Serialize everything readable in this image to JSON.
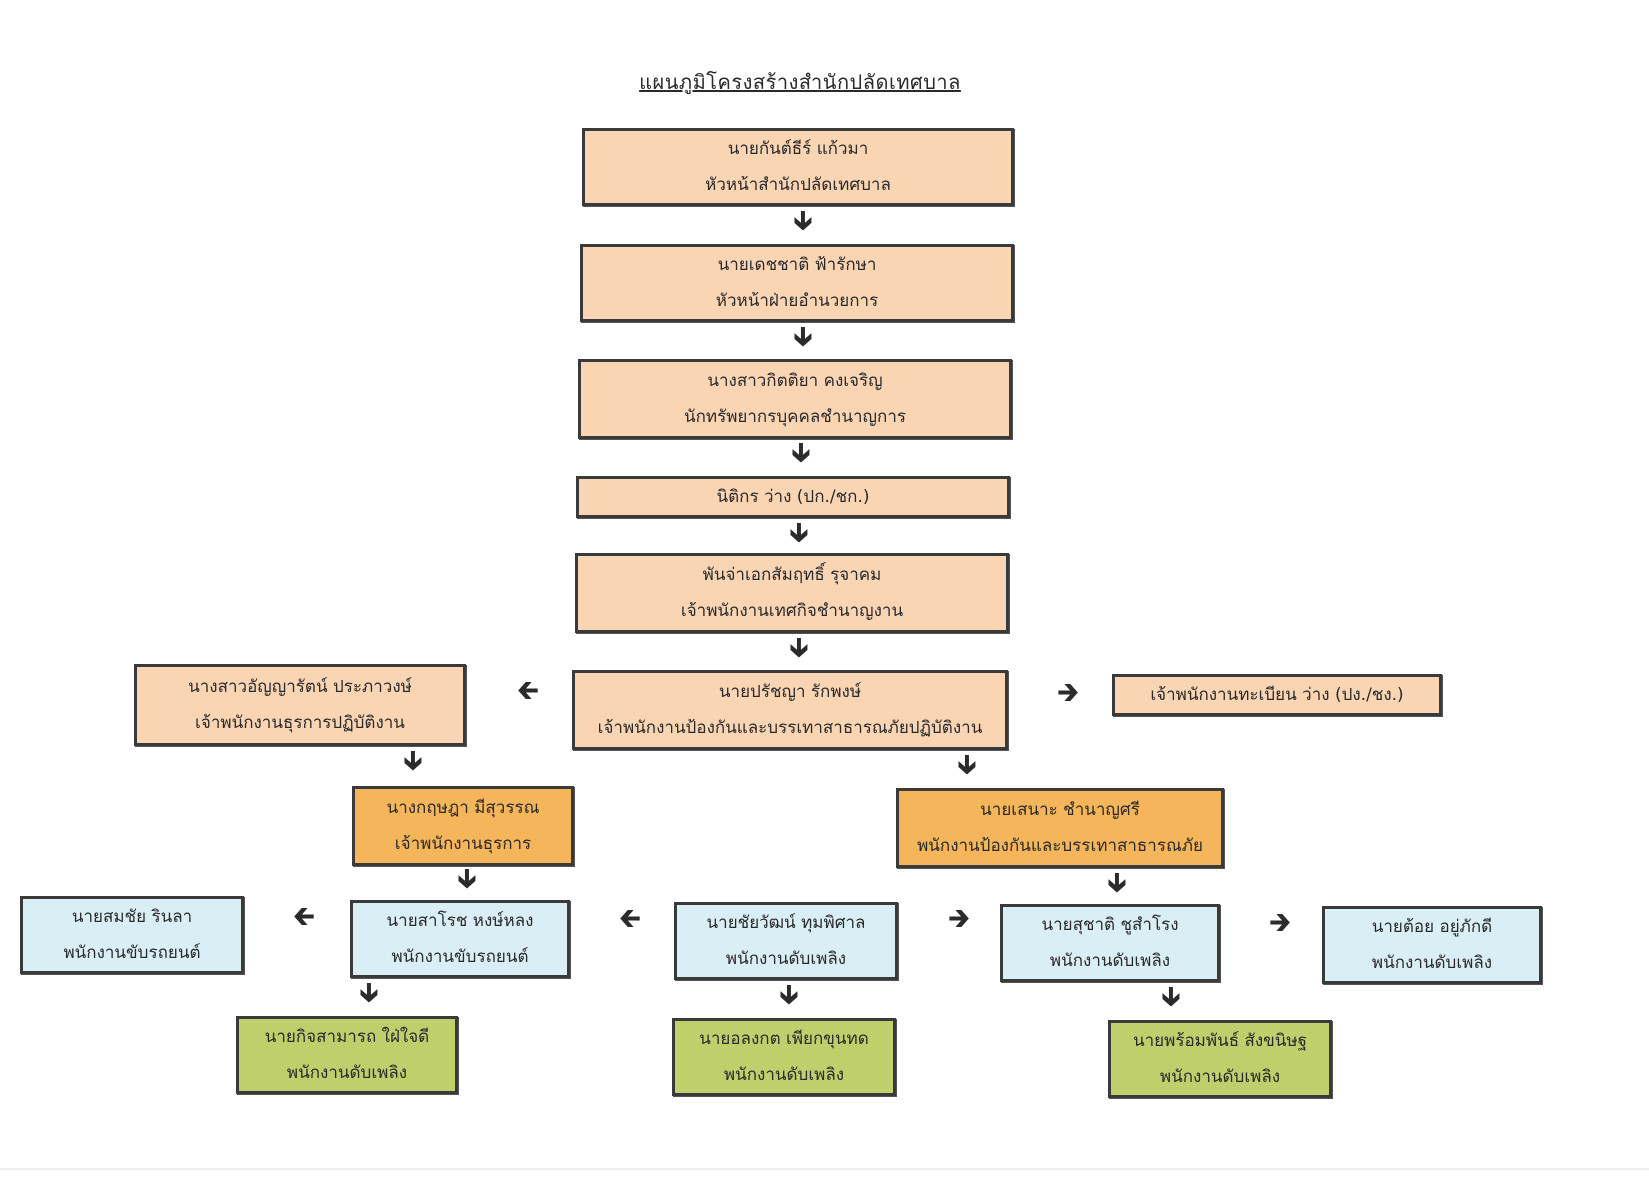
{
  "title": "แผนภูมิโครงสร้างสำนักปลัดเทศบาล",
  "nodes": {
    "head": {
      "name": "นายกันต์ธีร์ แก้วมา",
      "role": "หัวหน้าสำนักปลัดเทศบาล",
      "color": "#f9d5b4"
    },
    "admin_head": {
      "name": "นายเดชชาติ ฟ้ารักษา",
      "role": "หัวหน้าฝ่ายอำนวยการ",
      "color": "#f9d5b4"
    },
    "hr": {
      "name": "นางสาวกิตติยา คงเจริญ",
      "role": "นักทรัพยากรบุคคลชำนาญการ",
      "color": "#f9d5b4"
    },
    "legal": {
      "name": "นิติกร ว่าง (ปก./ชก.)",
      "color": "#f9d5b4"
    },
    "municipal": {
      "name": "พันจ่าเอกสัมฤทธิ์ รุจาคม",
      "role": "เจ้าพนักงานเทศกิจชำนาญงาน",
      "color": "#f9d5b4"
    },
    "disaster": {
      "name": "นายปรัชญา รักพงษ์",
      "role": "เจ้าพนักงานป้องกันและบรรเทาสาธารณภัยปฏิบัติงาน",
      "color": "#f9d5b4"
    },
    "general_ops": {
      "name": "นางสาวอัญญารัตน์ ประภาวงษ์",
      "role": "เจ้าพนักงานธุรการปฏิบัติงาน",
      "color": "#f9d5b4"
    },
    "registry": {
      "name": "เจ้าพนักงานทะเบียน ว่าง (ปง./ชง.)",
      "color": "#f9d5b4"
    },
    "general": {
      "name": "นางกฤษฎา มีสุวรรณ",
      "role": "เจ้าพนักงานธุรการ",
      "color": "#f5b55a"
    },
    "disaster_staff": {
      "name": "นายเสนาะ ชำนาญศรี",
      "role": "พนักงานป้องกันและบรรเทาสาธารณภัย",
      "color": "#f5b55a"
    },
    "driver1": {
      "name": "นายสมชัย รินลา",
      "role": "พนักงานขับรถยนต์",
      "color": "#d9eef5"
    },
    "driver2": {
      "name": "นายสาโรช หงษ์หลง",
      "role": "พนักงานขับรถยนต์",
      "color": "#d9eef5"
    },
    "fire1": {
      "name": "นายชัยวัฒน์ ทุมพิศาล",
      "role": "พนักงานดับเพลิง",
      "color": "#d9eef5"
    },
    "fire2": {
      "name": "นายสุชาติ ชูสำโรง",
      "role": "พนักงานดับเพลิง",
      "color": "#d9eef5"
    },
    "fire3": {
      "name": "นายต้อย อยู่ภักดี",
      "role": "พนักงานดับเพลิง",
      "color": "#d9eef5"
    },
    "fire4": {
      "name": "นายกิจสามารถ ใฝ่ใจดี",
      "role": "พนักงานดับเพลิง",
      "color": "#bfcf6c"
    },
    "fire5": {
      "name": "นายอลงกต เพียกขุนทด",
      "role": "พนักงานดับเพลิง",
      "color": "#bfcf6c"
    },
    "fire6": {
      "name": "นายพร้อมพันธ์ สังขนิษฐ",
      "role": "พนักงานดับเพลิง",
      "color": "#bfcf6c"
    }
  },
  "links": [
    {
      "from": "head",
      "to": "admin_head"
    },
    {
      "from": "admin_head",
      "to": "hr"
    },
    {
      "from": "hr",
      "to": "legal"
    },
    {
      "from": "legal",
      "to": "municipal"
    },
    {
      "from": "municipal",
      "to": "disaster"
    },
    {
      "from": "disaster",
      "to": "general_ops"
    },
    {
      "from": "disaster",
      "to": "registry"
    },
    {
      "from": "general_ops",
      "to": "general"
    },
    {
      "from": "disaster",
      "to": "disaster_staff"
    },
    {
      "from": "general",
      "to": "driver2"
    },
    {
      "from": "driver2",
      "to": "driver1"
    },
    {
      "from": "driver2",
      "to": "fire4"
    },
    {
      "from": "disaster_staff",
      "to": "fire2"
    },
    {
      "from": "fire1",
      "to": "driver2"
    },
    {
      "from": "fire1",
      "to": "fire2"
    },
    {
      "from": "fire1",
      "to": "fire5"
    },
    {
      "from": "fire2",
      "to": "fire3"
    },
    {
      "from": "fire2",
      "to": "fire6"
    }
  ]
}
